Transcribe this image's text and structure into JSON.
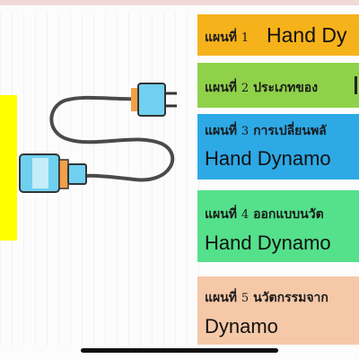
{
  "colors": {
    "card1": "#f6b21b",
    "card2": "#8fd24a",
    "card3": "#2da9e6",
    "card4": "#55e08c",
    "card5": "#f5c8a8",
    "panel": "#ffff00",
    "plug": "#6fd0f0",
    "plug_ring": "#f2a04a"
  },
  "cards": [
    {
      "plan": "แผนที่",
      "num": "1",
      "rest": "",
      "title": "Hand Dy"
    },
    {
      "plan": "แผนที่",
      "num": "2",
      "rest": "ประเภทของ",
      "title": ""
    },
    {
      "plan": "แผนที่",
      "num": "3",
      "rest": "การเปลี่ยนพลั",
      "title": "Hand Dynamo"
    },
    {
      "plan": "แผนที่",
      "num": "4",
      "rest": "ออกแบบนวัต",
      "title": "Hand Dynamo"
    },
    {
      "plan": "แผนที่",
      "num": "5",
      "rest": "นวัตกรรมจาก",
      "title": "Dynamo"
    }
  ],
  "icons": {
    "illustration": "usb-cable-icon"
  }
}
